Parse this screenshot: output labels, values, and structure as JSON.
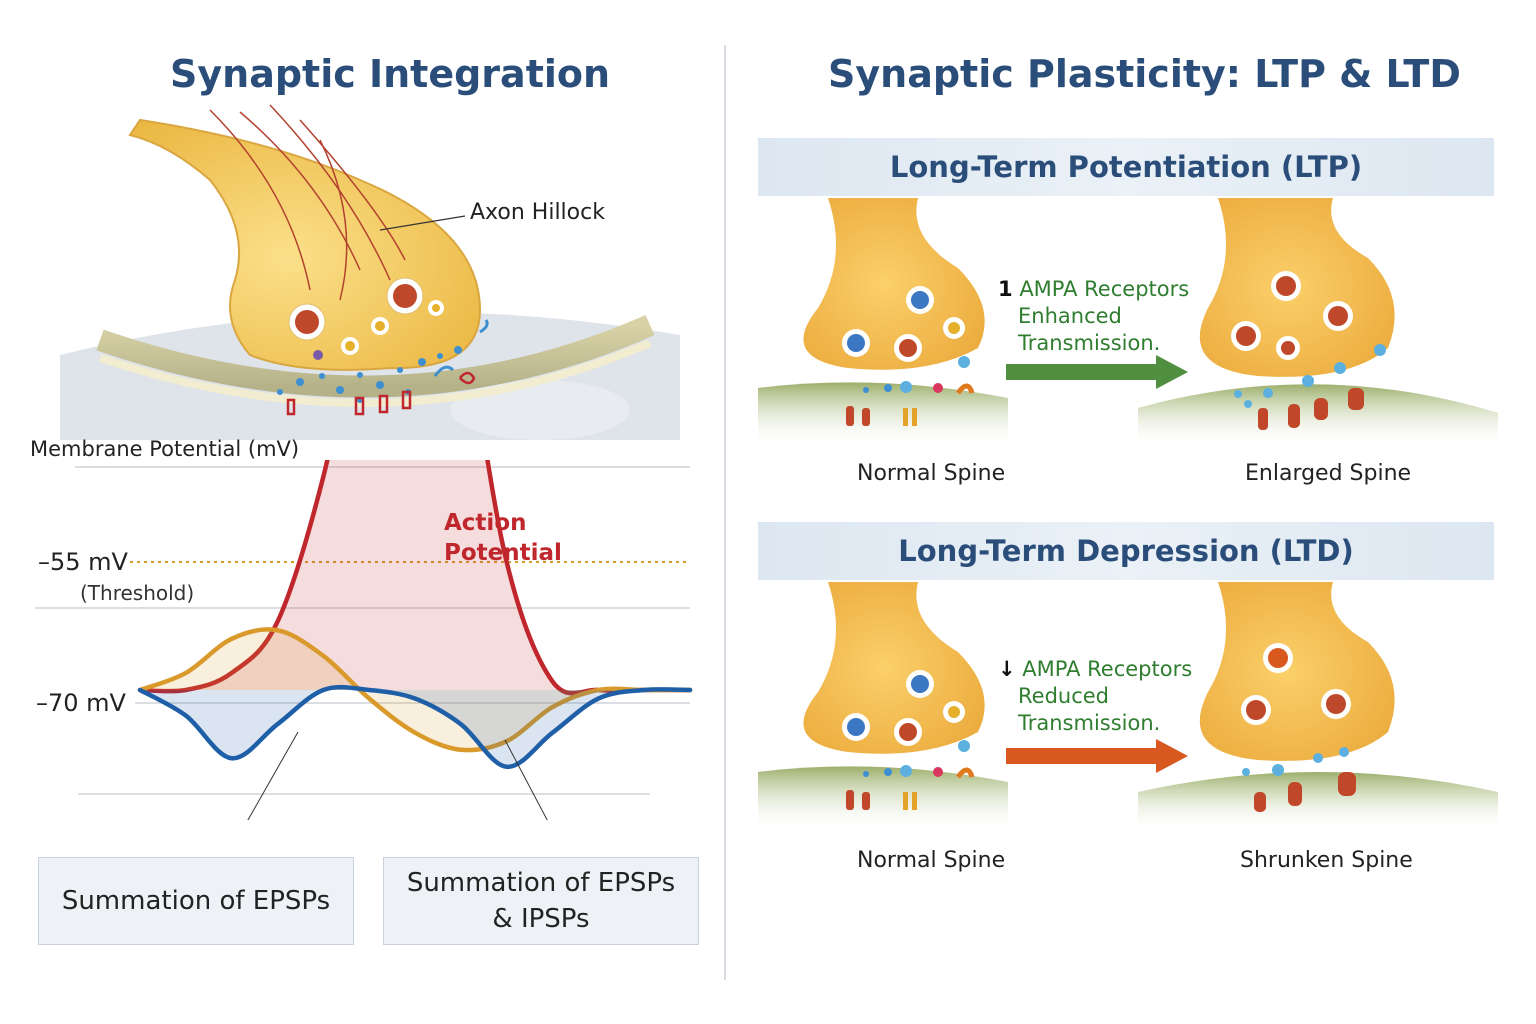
{
  "left": {
    "title": "Synaptic Integration",
    "axon_hillock_label": "Axon Hillock",
    "chart_data": {
      "type": "line",
      "title": "",
      "ylabel": "Membrane Potential (mV)",
      "xlabel": "",
      "threshold_value": "–55 mV",
      "threshold_note": "(Threshold)",
      "resting_value": "–70 mV",
      "annotation": "Action Potential",
      "series": [
        {
          "name": "",
          "color": "#c0272d",
          "values": [
            -70,
            -70,
            -68,
            -62,
            -45,
            -20,
            -5,
            -25,
            -55,
            -69,
            -70,
            -70,
            -70
          ]
        },
        {
          "name": "",
          "color": "#d99a2b",
          "values": [
            -70,
            -68,
            -64,
            -63,
            -66,
            -71,
            -75,
            -77,
            -76,
            -72,
            -70,
            -70,
            -70
          ]
        },
        {
          "name": "",
          "color": "#1e5fa8",
          "values": [
            -70,
            -73,
            -78,
            -74,
            -70,
            -70,
            -71,
            -74,
            -79,
            -75,
            -71,
            -70,
            -70
          ]
        }
      ]
    },
    "box1": "Summation of EPSPs",
    "box2_line1": "Summation of EPSPs",
    "box2_line2": "& IPSPs"
  },
  "right": {
    "title": "Synaptic Plasticity: LTP & LTD",
    "ltp": {
      "heading": "Long-Term Potentiation (LTP)",
      "arrow_symbol": "1",
      "line1": "AMPA Receptors",
      "line2": "Enhanced",
      "line3": "Transmission.",
      "left_caption": "Normal Spine",
      "right_caption": "Enlarged Spine",
      "arrow_color": "#4f8f3f"
    },
    "ltd": {
      "heading": "Long-Term Depression (LTD)",
      "arrow_symbol": "↓",
      "line1": "AMPA Receptors",
      "line2": "Reduced",
      "line3": "Transmission.",
      "left_caption": "Normal Spine",
      "right_caption": "Shrunken Spine",
      "arrow_color": "#d9581f"
    }
  }
}
